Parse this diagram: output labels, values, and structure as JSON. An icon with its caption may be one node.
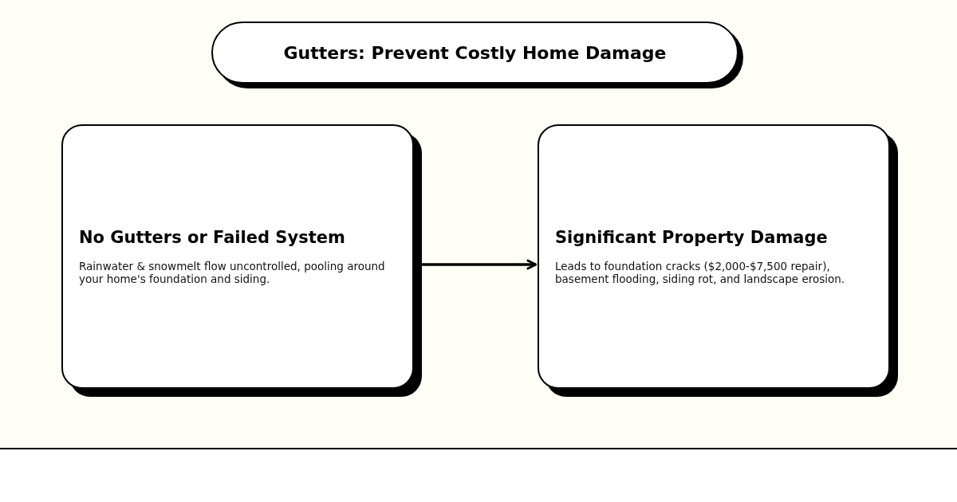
{
  "diagram": {
    "title": "Gutters: Prevent Costly Home Damage",
    "nodes": [
      {
        "text": [
          "No Gutters or Failed System",
          "Rainwater & snowmelt flow uncontrolled, pooling around your home's foundation and siding."
        ]
      },
      {
        "text": [
          "Significant Property Damage",
          "Leads to foundation cracks ($2,000-$7,500 repair), basement flooding, siding rot, and landscape erosion."
        ]
      }
    ],
    "edges": [
      {
        "from": 0,
        "to": 1,
        "arrow": "to"
      }
    ]
  }
}
